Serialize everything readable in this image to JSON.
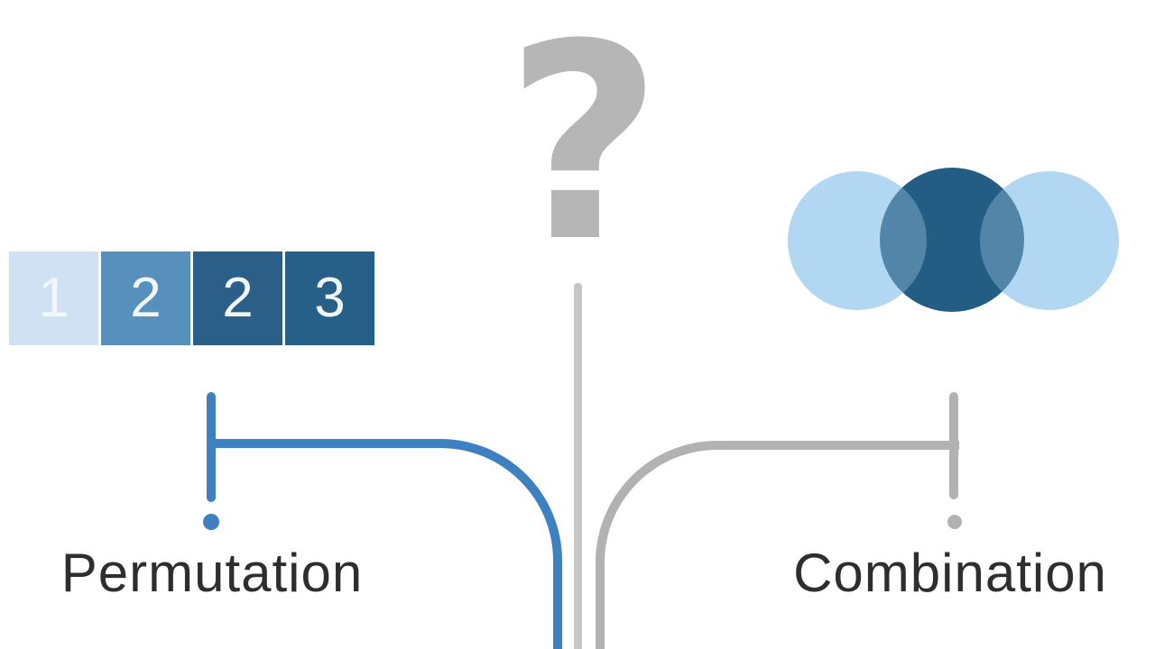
{
  "question": {
    "glyph": "?",
    "color": "#b6b6b6"
  },
  "connector": {
    "stem_color": "#c6c6c6",
    "permutation_branch_color": "#3f80c0",
    "combination_branch_color": "#b2b2b2"
  },
  "permutation": {
    "label": "Permutation",
    "label_color": "#2e2e2e",
    "dot_color": "#3f80c0",
    "tile_text_color": "#f0f7fd",
    "tiles": [
      {
        "value": "1",
        "color": "#cfe1f2"
      },
      {
        "value": "2",
        "color": "#5890bd"
      },
      {
        "value": "2",
        "color": "#2c5f88"
      },
      {
        "value": "3",
        "color": "#266089"
      }
    ]
  },
  "combination": {
    "label": "Combination",
    "label_color": "#2e2e2e",
    "dot_color": "#b2b2b2",
    "venn": {
      "light_color": "#b2d7f2",
      "dark_color": "#235d84",
      "overlap_tint": "rgba(178,215,242,0.33)"
    }
  }
}
